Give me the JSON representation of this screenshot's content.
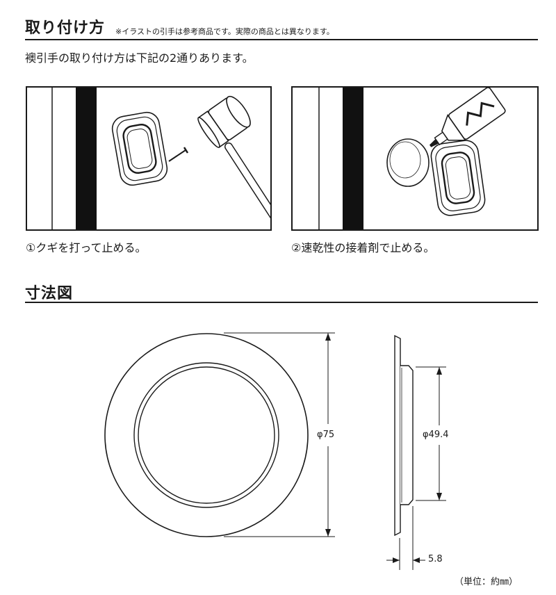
{
  "section1": {
    "title": "取り付け方",
    "note": "※イラストの引手は参考商品です。実際の商品とは異なります。",
    "intro": "襖引手の取り付け方は下記の2通りあります。"
  },
  "methods": [
    {
      "caption": "①クギを打って止める。",
      "tool_icon": "hammer-and-nail-icon"
    },
    {
      "caption": "②速乾性の接着剤で止める。",
      "tool_icon": "glue-tube-icon"
    }
  ],
  "section2": {
    "title": "寸法図"
  },
  "dimensions": {
    "outer_diameter": "φ75",
    "inner_diameter": "φ49.4",
    "depth": "5.8",
    "unit_note": "（単位：約㎜）"
  }
}
